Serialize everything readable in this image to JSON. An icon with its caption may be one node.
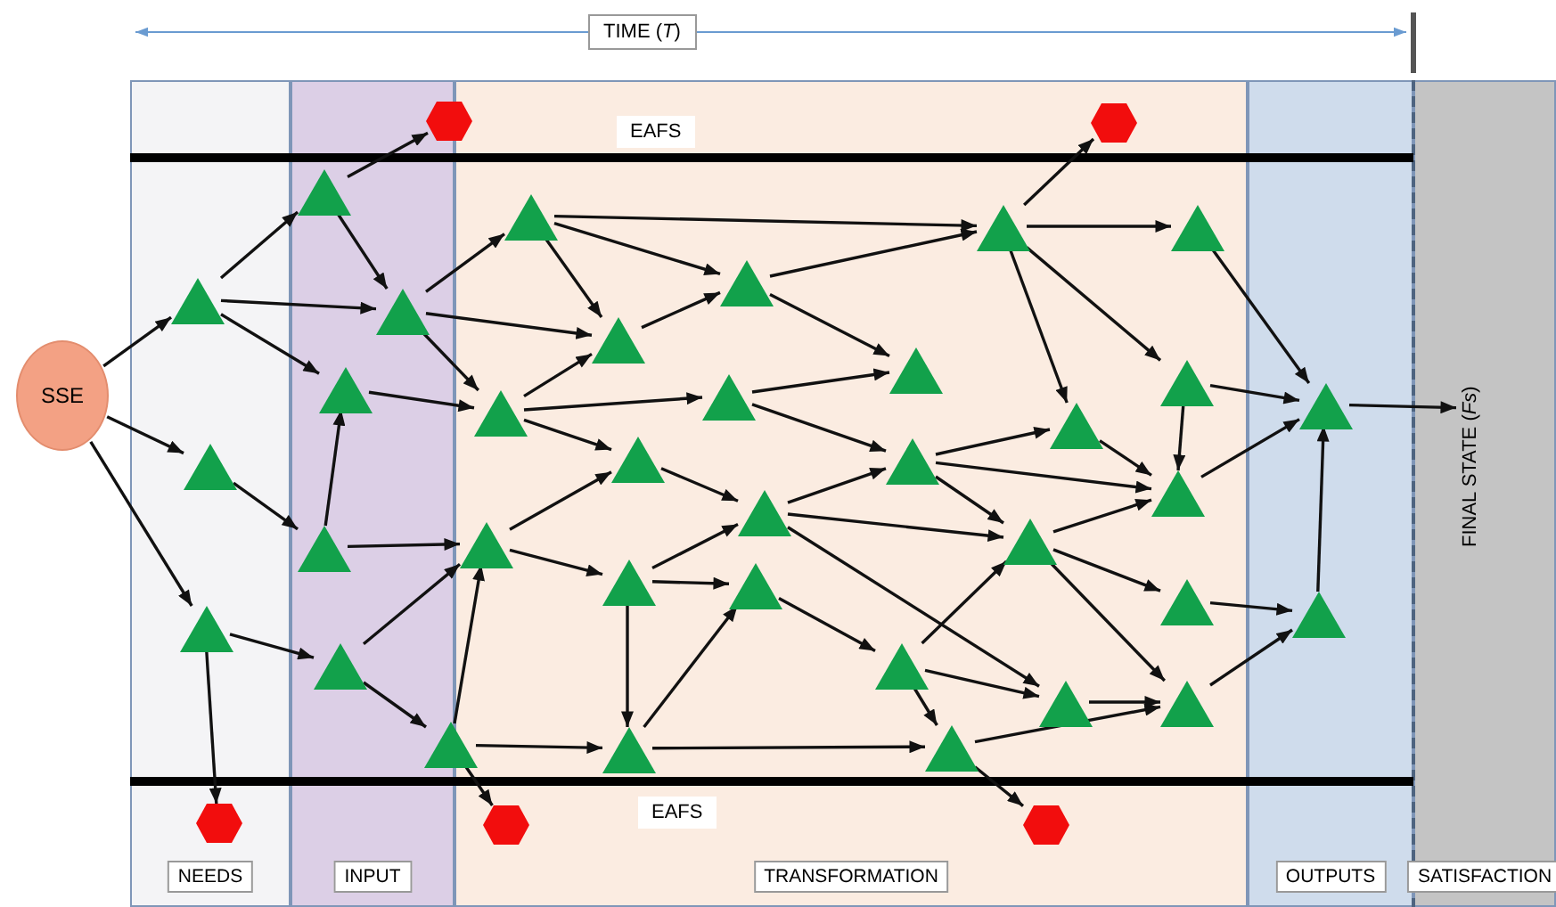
{
  "diagram": {
    "nodes": [
      {
        "text": [
          "SSE"
        ]
      },
      {
        "text": [
          "NEEDS"
        ]
      },
      {
        "text": [
          "INPUT"
        ]
      },
      {
        "text": [
          "TRANSFORMATION"
        ]
      },
      {
        "text": [
          "OUTPUTS"
        ]
      },
      {
        "text": [
          "SATISFACTION"
        ]
      },
      {
        "text": [],
        "shape": "hexagon"
      },
      {
        "text": [],
        "shape": "hexagon",
        "in": 3
      },
      {
        "text": [],
        "shape": "triangle",
        "in": 2
      },
      {
        "text": [],
        "shape": "triangle",
        "in": 3
      },
      {
        "text": [],
        "shape": "triangle",
        "in": 3
      },
      {
        "text": [],
        "shape": "triangle",
        "in": 3
      },
      {
        "text": [],
        "shape": "triangle",
        "in": 3
      },
      {
        "text": [],
        "shape": "triangle",
        "in": 1
      },
      {
        "text": [],
        "shape": "triangle",
        "in": 2
      },
      {
        "text": [],
        "shape": "triangle",
        "in": 3
      },
      {
        "text": [],
        "shape": "triangle",
        "in": 3
      },
      {
        "text": [],
        "shape": "triangle",
        "in": 3
      },
      {
        "text": [],
        "shape": "triangle",
        "in": 2
      },
      {
        "text": [],
        "shape": "triangle",
        "in": 3
      },
      {
        "text": [],
        "shape": "triangle",
        "in": 4
      },
      {
        "text": [
          "FINAL STATE (*Fs*)"
        ],
        "in": 5
      },
      {
        "text": [],
        "shape": "triangle",
        "in": 3
      },
      {
        "text": [],
        "shape": "triangle",
        "in": 3
      },
      {
        "text": [],
        "shape": "triangle",
        "in": 3
      },
      {
        "text": [],
        "shape": "triangle",
        "in": 3
      },
      {
        "text": [],
        "shape": "triangle",
        "in": 1
      },
      {
        "text": [],
        "shape": "triangle",
        "in": 3
      },
      {
        "text": [],
        "shape": "triangle",
        "in": 3
      },
      {
        "text": [],
        "shape": "triangle",
        "in": 3
      },
      {
        "text": [],
        "shape": "triangle",
        "in": 3
      },
      {
        "text": [],
        "shape": "triangle",
        "in": 2
      },
      {
        "text": [],
        "shape": "triangle",
        "in": 3
      },
      {
        "text": [],
        "shape": "triangle",
        "in": 3
      },
      {
        "text": [],
        "shape": "triangle",
        "in": 3
      },
      {
        "text": [],
        "shape": "triangle",
        "in": 4
      },
      {
        "text": [],
        "shape": "triangle",
        "in": 1
      },
      {
        "text": [],
        "shape": "triangle",
        "in": 2
      },
      {
        "text": [],
        "shape": "triangle",
        "in": 3
      },
      {
        "text": [],
        "shape": "triangle",
        "in": 3
      },
      {
        "text": [],
        "shape": "triangle",
        "in": 3
      },
      {
        "text": [],
        "shape": "triangle"
      },
      {
        "text": [],
        "shape": "triangle",
        "in": 3
      },
      {
        "text": [],
        "shape": "triangle",
        "in": 3
      },
      {
        "text": [],
        "shape": "hexagon",
        "in": 1
      },
      {
        "text": [],
        "shape": "hexagon",
        "in": 3
      },
      {
        "text": [],
        "shape": "hexagon",
        "in": 3
      }
    ],
    "edges": [
      {
        "from": 0,
        "to": 13,
        "arrow": "to"
      },
      {
        "from": 0,
        "to": 26,
        "arrow": "to"
      },
      {
        "from": 0,
        "to": 36,
        "arrow": "to"
      },
      {
        "from": 13,
        "to": 8,
        "arrow": "to"
      },
      {
        "from": 13,
        "to": 14,
        "arrow": "to"
      },
      {
        "from": 13,
        "to": 18,
        "arrow": "to"
      },
      {
        "from": 26,
        "to": 31,
        "arrow": "to"
      },
      {
        "from": 36,
        "to": 37,
        "arrow": "to"
      },
      {
        "from": 36,
        "to": 44,
        "arrow": "to"
      },
      {
        "from": 8,
        "to": 6,
        "arrow": "to"
      },
      {
        "from": 8,
        "to": 14,
        "arrow": "to"
      },
      {
        "from": 14,
        "to": 9,
        "arrow": "to"
      },
      {
        "from": 14,
        "to": 15,
        "arrow": "to"
      },
      {
        "from": 14,
        "to": 22,
        "arrow": "to"
      },
      {
        "from": 18,
        "to": 22,
        "arrow": "to"
      },
      {
        "from": 31,
        "to": 18,
        "arrow": "to"
      },
      {
        "from": 31,
        "to": 30,
        "arrow": "to"
      },
      {
        "from": 37,
        "to": 30,
        "arrow": "to"
      },
      {
        "from": 37,
        "to": 41,
        "arrow": "to"
      },
      {
        "from": 41,
        "to": 30,
        "arrow": "to"
      },
      {
        "from": 41,
        "to": 45,
        "arrow": "to"
      },
      {
        "from": 41,
        "to": 42,
        "arrow": "to"
      },
      {
        "from": 22,
        "to": 15,
        "arrow": "to"
      },
      {
        "from": 22,
        "to": 19,
        "arrow": "to"
      },
      {
        "from": 22,
        "to": 24,
        "arrow": "to"
      },
      {
        "from": 30,
        "to": 24,
        "arrow": "to"
      },
      {
        "from": 30,
        "to": 32,
        "arrow": "to"
      },
      {
        "from": 9,
        "to": 15,
        "arrow": "to"
      },
      {
        "from": 9,
        "to": 12,
        "arrow": "to"
      },
      {
        "from": 9,
        "to": 10,
        "arrow": "to"
      },
      {
        "from": 15,
        "to": 12,
        "arrow": "to"
      },
      {
        "from": 12,
        "to": 10,
        "arrow": "to"
      },
      {
        "from": 12,
        "to": 16,
        "arrow": "to"
      },
      {
        "from": 19,
        "to": 16,
        "arrow": "to"
      },
      {
        "from": 19,
        "to": 25,
        "arrow": "to"
      },
      {
        "from": 24,
        "to": 28,
        "arrow": "to"
      },
      {
        "from": 28,
        "to": 25,
        "arrow": "to"
      },
      {
        "from": 28,
        "to": 29,
        "arrow": "to"
      },
      {
        "from": 28,
        "to": 39,
        "arrow": "to"
      },
      {
        "from": 32,
        "to": 28,
        "arrow": "to"
      },
      {
        "from": 32,
        "to": 33,
        "arrow": "to"
      },
      {
        "from": 32,
        "to": 42,
        "arrow": "to"
      },
      {
        "from": 42,
        "to": 33,
        "arrow": "to"
      },
      {
        "from": 33,
        "to": 38,
        "arrow": "to"
      },
      {
        "from": 42,
        "to": 43,
        "arrow": "to"
      },
      {
        "from": 38,
        "to": 43,
        "arrow": "to"
      },
      {
        "from": 38,
        "to": 29,
        "arrow": "to"
      },
      {
        "from": 38,
        "to": 39,
        "arrow": "to"
      },
      {
        "from": 43,
        "to": 40,
        "arrow": "to"
      },
      {
        "from": 43,
        "to": 46,
        "arrow": "to"
      },
      {
        "from": 10,
        "to": 7,
        "arrow": "to"
      },
      {
        "from": 10,
        "to": 11,
        "arrow": "to"
      },
      {
        "from": 10,
        "to": 23,
        "arrow": "to"
      },
      {
        "from": 10,
        "to": 17,
        "arrow": "to"
      },
      {
        "from": 11,
        "to": 20,
        "arrow": "to"
      },
      {
        "from": 17,
        "to": 20,
        "arrow": "to"
      },
      {
        "from": 17,
        "to": 27,
        "arrow": "to"
      },
      {
        "from": 25,
        "to": 23,
        "arrow": "to"
      },
      {
        "from": 25,
        "to": 27,
        "arrow": "to"
      },
      {
        "from": 25,
        "to": 29,
        "arrow": "to"
      },
      {
        "from": 23,
        "to": 27,
        "arrow": "to"
      },
      {
        "from": 27,
        "to": 20,
        "arrow": "to"
      },
      {
        "from": 29,
        "to": 27,
        "arrow": "to"
      },
      {
        "from": 29,
        "to": 34,
        "arrow": "to"
      },
      {
        "from": 29,
        "to": 40,
        "arrow": "to"
      },
      {
        "from": 34,
        "to": 35,
        "arrow": "to"
      },
      {
        "from": 39,
        "to": 40,
        "arrow": "to"
      },
      {
        "from": 40,
        "to": 35,
        "arrow": "to"
      },
      {
        "from": 35,
        "to": 20,
        "arrow": "to"
      },
      {
        "from": 20,
        "to": 21,
        "arrow": "to"
      }
    ],
    "labels": [
      "TIME (*T*)",
      "EAFS",
      "EAFS"
    ]
  }
}
